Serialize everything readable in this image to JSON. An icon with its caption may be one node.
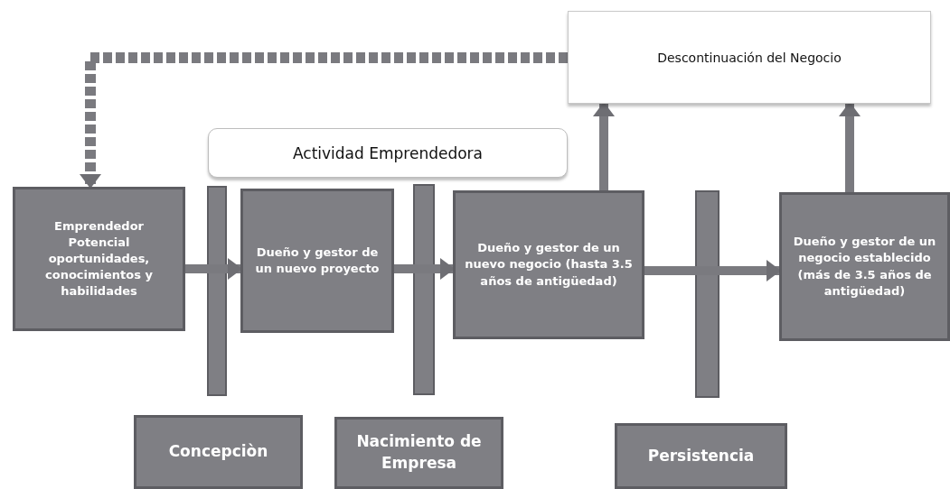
{
  "diagram": {
    "nodes": [
      {
        "text": [
          "Descontinuación del Negocio"
        ]
      },
      {
        "text": [
          "Actividad Emprendedora"
        ]
      },
      {
        "text": [
          "Emprendedor Potencial oportunidades, conocimientos y habilidades"
        ]
      },
      {
        "text": [
          "Dueño y gestor de un nuevo proyecto"
        ]
      },
      {
        "text": [
          "Dueño y gestor de un nuevo negocio (hasta 3.5 años de antigüedad)"
        ]
      },
      {
        "text": [
          "Dueño y gestor de un negocio establecido (más de 3.5 años de antigüedad)"
        ]
      },
      {
        "text": [
          "Concepciòn"
        ]
      },
      {
        "text": [
          "Nacimiento de Empresa"
        ]
      },
      {
        "text": [
          "Persistencia"
        ]
      }
    ],
    "edges": [
      {
        "from": 0,
        "to": 2,
        "arrow": "to",
        "style": "dashed"
      },
      {
        "from": 2,
        "to": 3,
        "arrow": "to"
      },
      {
        "from": 3,
        "to": 4,
        "arrow": "to"
      },
      {
        "from": 4,
        "to": 5,
        "arrow": "to"
      },
      {
        "from": 4,
        "to": 0,
        "arrow": "to"
      },
      {
        "from": 5,
        "to": 0,
        "arrow": "to"
      }
    ]
  }
}
